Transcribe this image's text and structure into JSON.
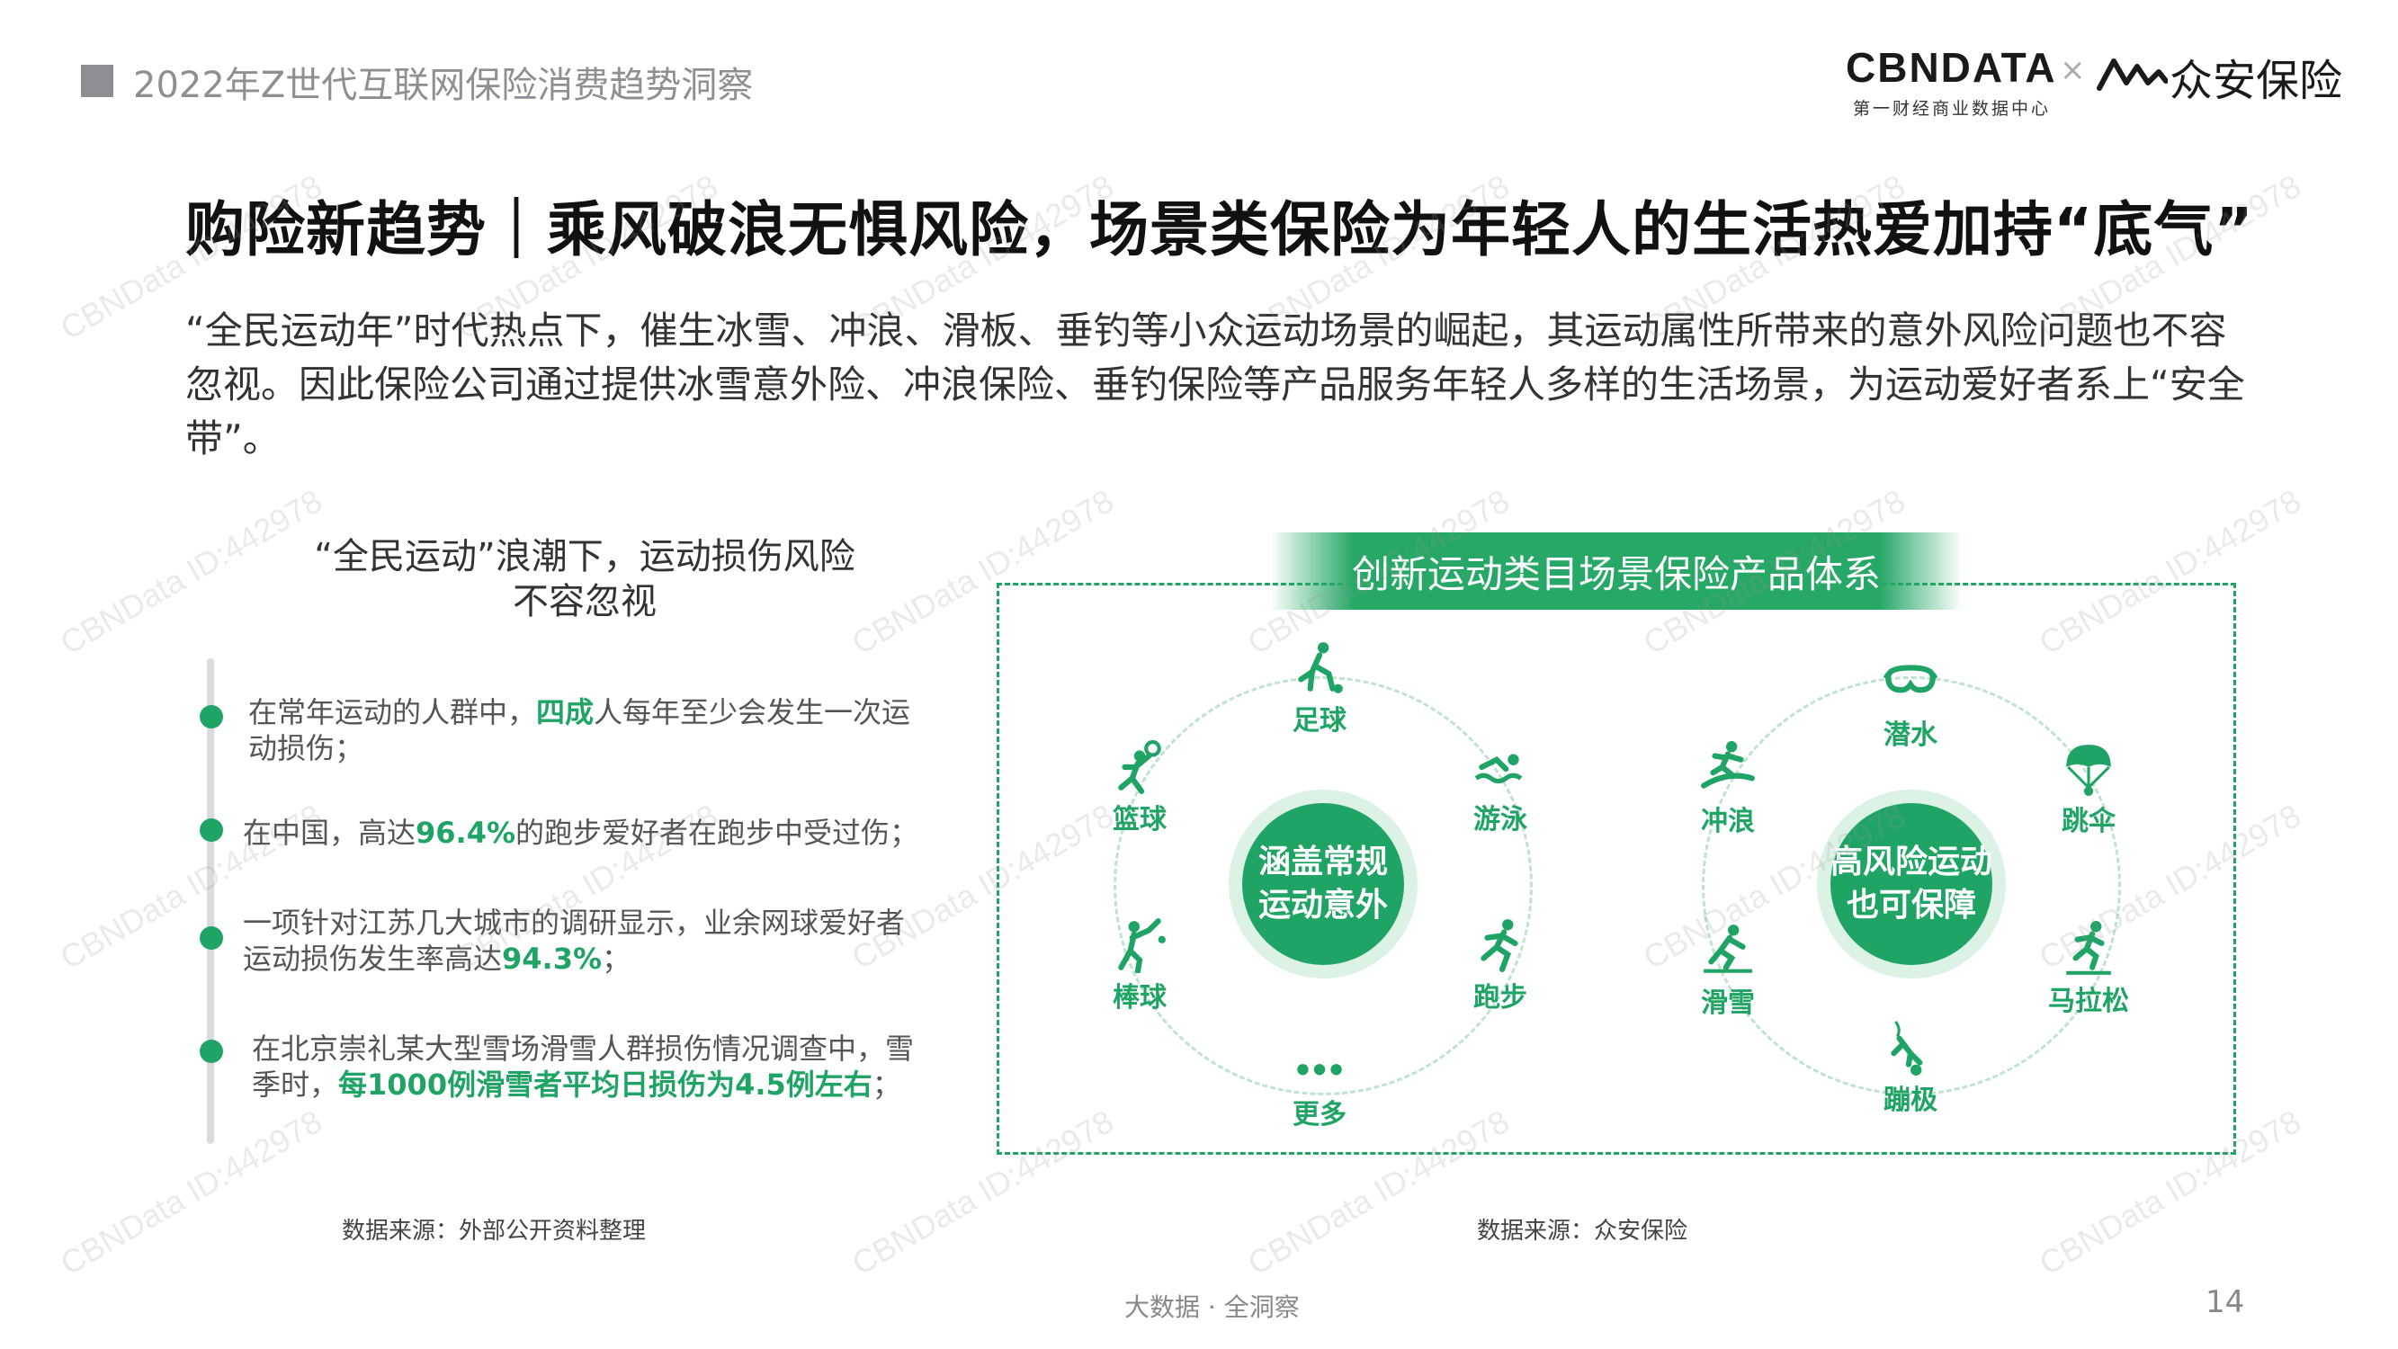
{
  "header": {
    "report_title": "2022年Z世代互联网保险消费趋势洞察",
    "logo_cbn": "CBNDATA",
    "logo_cbn_sub": "第一财经商业数据中心",
    "logo_separator": "×",
    "logo_za": "众安保险"
  },
  "main_title": "购险新趋势｜乘风破浪无惧风险，场景类保险为年轻人的生活热爱加持“底气”",
  "intro": "“全民运动年”时代热点下，催生冰雪、冲浪、滑板、垂钓等小众运动场景的崛起，其运动属性所带来的意外风险问题也不容忽视。因此保险公司通过提供冰雪意外险、冲浪保险、垂钓保险等产品服务年轻人多样的生活场景，为运动爱好者系上“安全带”。",
  "left": {
    "subtitle_line1": "“全民运动”浪潮下，运动损伤风险",
    "subtitle_line2": "不容忽视",
    "bullets": [
      {
        "pre": "在常年运动的人群中，",
        "hl": "四成",
        "post": "人每年至少会发生一次运动损伤；"
      },
      {
        "pre": "在中国，高达",
        "hl": "96.4%",
        "post": "的跑步爱好者在跑步中受过伤；"
      },
      {
        "pre": "一项针对江苏几大城市的调研显示，业余网球爱好者运动损伤发生率高达",
        "hl": "94.3%",
        "post": "；"
      },
      {
        "pre": "在北京崇礼某大型雪场滑雪人群损伤情况调查中，雪季时，",
        "hl": "每1000例滑雪者平均日损伤为4.5例左右",
        "post": "；"
      }
    ],
    "source": "数据来源：外部公开资料整理"
  },
  "right": {
    "banner": "创新运动类目场景保险产品体系",
    "left_circle": {
      "center_line1": "涵盖常规",
      "center_line2": "运动意外",
      "items": [
        {
          "label": "足球",
          "icon": "soccer-icon"
        },
        {
          "label": "游泳",
          "icon": "swimming-icon"
        },
        {
          "label": "跑步",
          "icon": "running-icon"
        },
        {
          "label": "更多",
          "icon": "more-dots-icon"
        },
        {
          "label": "棒球",
          "icon": "baseball-icon"
        },
        {
          "label": "篮球",
          "icon": "basketball-icon"
        }
      ]
    },
    "right_circle": {
      "center_line1": "高风险运动",
      "center_line2": "也可保障",
      "items": [
        {
          "label": "潜水",
          "icon": "diving-mask-icon"
        },
        {
          "label": "跳伞",
          "icon": "parachute-icon"
        },
        {
          "label": "马拉松",
          "icon": "marathon-icon"
        },
        {
          "label": "蹦极",
          "icon": "bungee-icon"
        },
        {
          "label": "滑雪",
          "icon": "skiing-icon"
        },
        {
          "label": "冲浪",
          "icon": "surfing-icon"
        }
      ]
    },
    "source": "数据来源：众安保险"
  },
  "footer": "大数据 · 全洞察",
  "page_number": "14",
  "watermark": "CBNData ID:442978",
  "colors": {
    "accent": "#1fa466",
    "header_gray": "#8f8f93"
  }
}
